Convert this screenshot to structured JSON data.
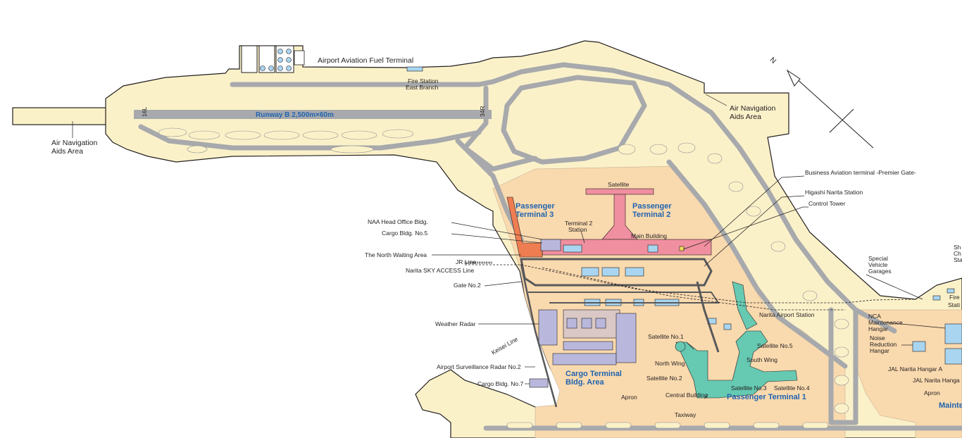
{
  "runway": {
    "label": "Runway B 2,500m×60m",
    "end_north": "16L",
    "end_south": "34R"
  },
  "compass": {
    "north": "N"
  },
  "colors": {
    "ground": "#fbf1c9",
    "pavement": "#a7a9ac",
    "terminal_area": "#f9d9ae",
    "building_blue": "#a9d5f0",
    "building_purple": "#b9b8dc",
    "terminal2": "#ef8f9f",
    "terminal1": "#66c9b2",
    "terminal3": "#ee7d52",
    "label_blue": "#1f64b0"
  },
  "labels": {
    "fuel_terminal": "Airport Aviation Fuel Terminal",
    "fire_station_1": "Fire Station",
    "fire_station_2": "East Branch",
    "nav_aids_left_1": "Air Navigation",
    "nav_aids_left_2": "Aids Area",
    "nav_aids_right_1": "Air Navigation",
    "nav_aids_right_2": "Aids Area",
    "business_aviation": "Business Aviation terminal -Premier Gate-",
    "higashi_narita": "Higashi Narita Station",
    "control_tower": "Control Tower",
    "satellite": "Satellite",
    "pt3_1": "Passenger",
    "pt3_2": "Terminal 3",
    "pt2_1": "Passenger",
    "pt2_2": "Terminal 2",
    "t2_station_1": "Terminal 2",
    "t2_station_2": "Station",
    "main_building": "Main Building",
    "naa_head_office": "NAA Head Office Bldg.",
    "cargo_bldg_5": "Cargo Bldg. No.5",
    "north_waiting": "The North Waiting Area",
    "jr_line": "JR Line",
    "sky_access": "Narita SKY ACCESS Line",
    "gate_2": "Gate No.2",
    "weather_radar": "Weather Radar",
    "keisei_line": "Keisei Line",
    "surveillance_radar": "Airport Surveillance Radar No.2",
    "cargo_bldg_7": "Cargo Bldg. No.7",
    "cargo_area_1": "Cargo Terminal",
    "cargo_area_2": "Bldg. Area",
    "apron_1": "Apron",
    "apron_2": "Apron",
    "taxiway": "Taxiway",
    "narita_airport_station": "Narita Airport Station",
    "satellite_1": "Satellite No.1",
    "satellite_2": "Satellite No.2",
    "satellite_3": "Satellite No.3",
    "satellite_4": "Satellite No.4",
    "satellite_5": "Satellite No.5",
    "north_wing": "North Wing",
    "south_wing": "South Wing",
    "central_building": "Central Building",
    "pt1": "Passenger Terminal 1",
    "special_vehicle_1": "Special",
    "special_vehicle_2": "Vehicle",
    "special_vehicle_3": "Garages",
    "nca_1": "NCA",
    "nca_2": "Maintenance",
    "nca_3": "Hangar",
    "noise_1": "Noise",
    "noise_2": "Reduction",
    "noise_3": "Hangar",
    "jal_a": "JAL Narita Hangar A",
    "jal_b": "JAL Narita Hanga",
    "fire_right_1": "Fire",
    "fire_right_2": "Stati",
    "sh_1": "Sh",
    "sh_2": "Ch",
    "sh_3": "Sta",
    "mainte": "Mainte"
  }
}
